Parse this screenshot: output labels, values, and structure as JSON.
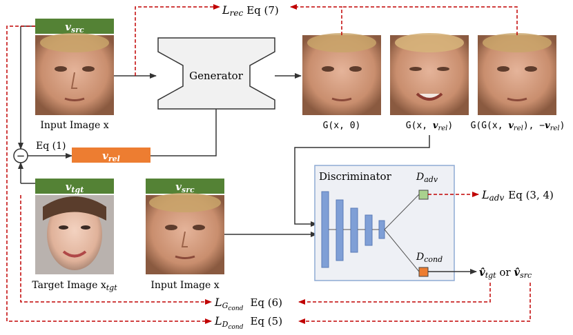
{
  "labels": {
    "v_src": "v",
    "v_src_sub": "src",
    "v_tgt": "v",
    "v_tgt_sub": "tgt",
    "v_rel": "v",
    "v_rel_sub": "rel",
    "minus": "−",
    "eq1": "Eq (1)",
    "input_image": "Input Image x",
    "target_image": "Target Image x",
    "target_image_sub": "tgt",
    "input_image_2": "Input Image x",
    "generator": "Generator",
    "discriminator": "Discriminator",
    "d_adv": "D",
    "d_adv_sub": "adv",
    "d_cond": "D",
    "d_cond_sub": "cond",
    "g_x0": "G(x, 0)",
    "g_xvrel_prefix": "G(x, ",
    "g_xvrel_suffix": ")",
    "g_cycle_prefix": "G(G(x, ",
    "g_cycle_mid": "), −",
    "g_cycle_suffix": ")",
    "loss_rec": "L",
    "loss_rec_sub": "rec",
    "loss_rec_eq": "Eq (7)",
    "loss_adv": "L",
    "loss_adv_sub": "adv",
    "loss_adv_eq": "Eq (3, 4)",
    "loss_gcond": "L",
    "loss_gcond_sub": "G",
    "loss_gcond_subsub": "cond",
    "loss_gcond_eq": "Eq (6)",
    "loss_dcond": "L",
    "loss_dcond_sub": "D",
    "loss_dcond_subsub": "cond",
    "loss_dcond_eq": "Eq (5)",
    "vhat_tgt": "v̂",
    "vhat_tgt_sub": "tgt",
    "or": " or ",
    "vhat_src": "v̂",
    "vhat_src_sub": "src"
  },
  "colors": {
    "green": "#548235",
    "orange": "#ed7d31",
    "red_dashed": "#c00000",
    "arrow": "#333333",
    "disc_fill": "#eef0f5",
    "disc_border": "#8eaad4",
    "layer_blue": "#7f9fd6",
    "d_adv_green": "#a9d18e",
    "d_cond_orange": "#ed7d31",
    "generator_fill": "#f1f1f1"
  },
  "icons": [
    "face-photo"
  ]
}
